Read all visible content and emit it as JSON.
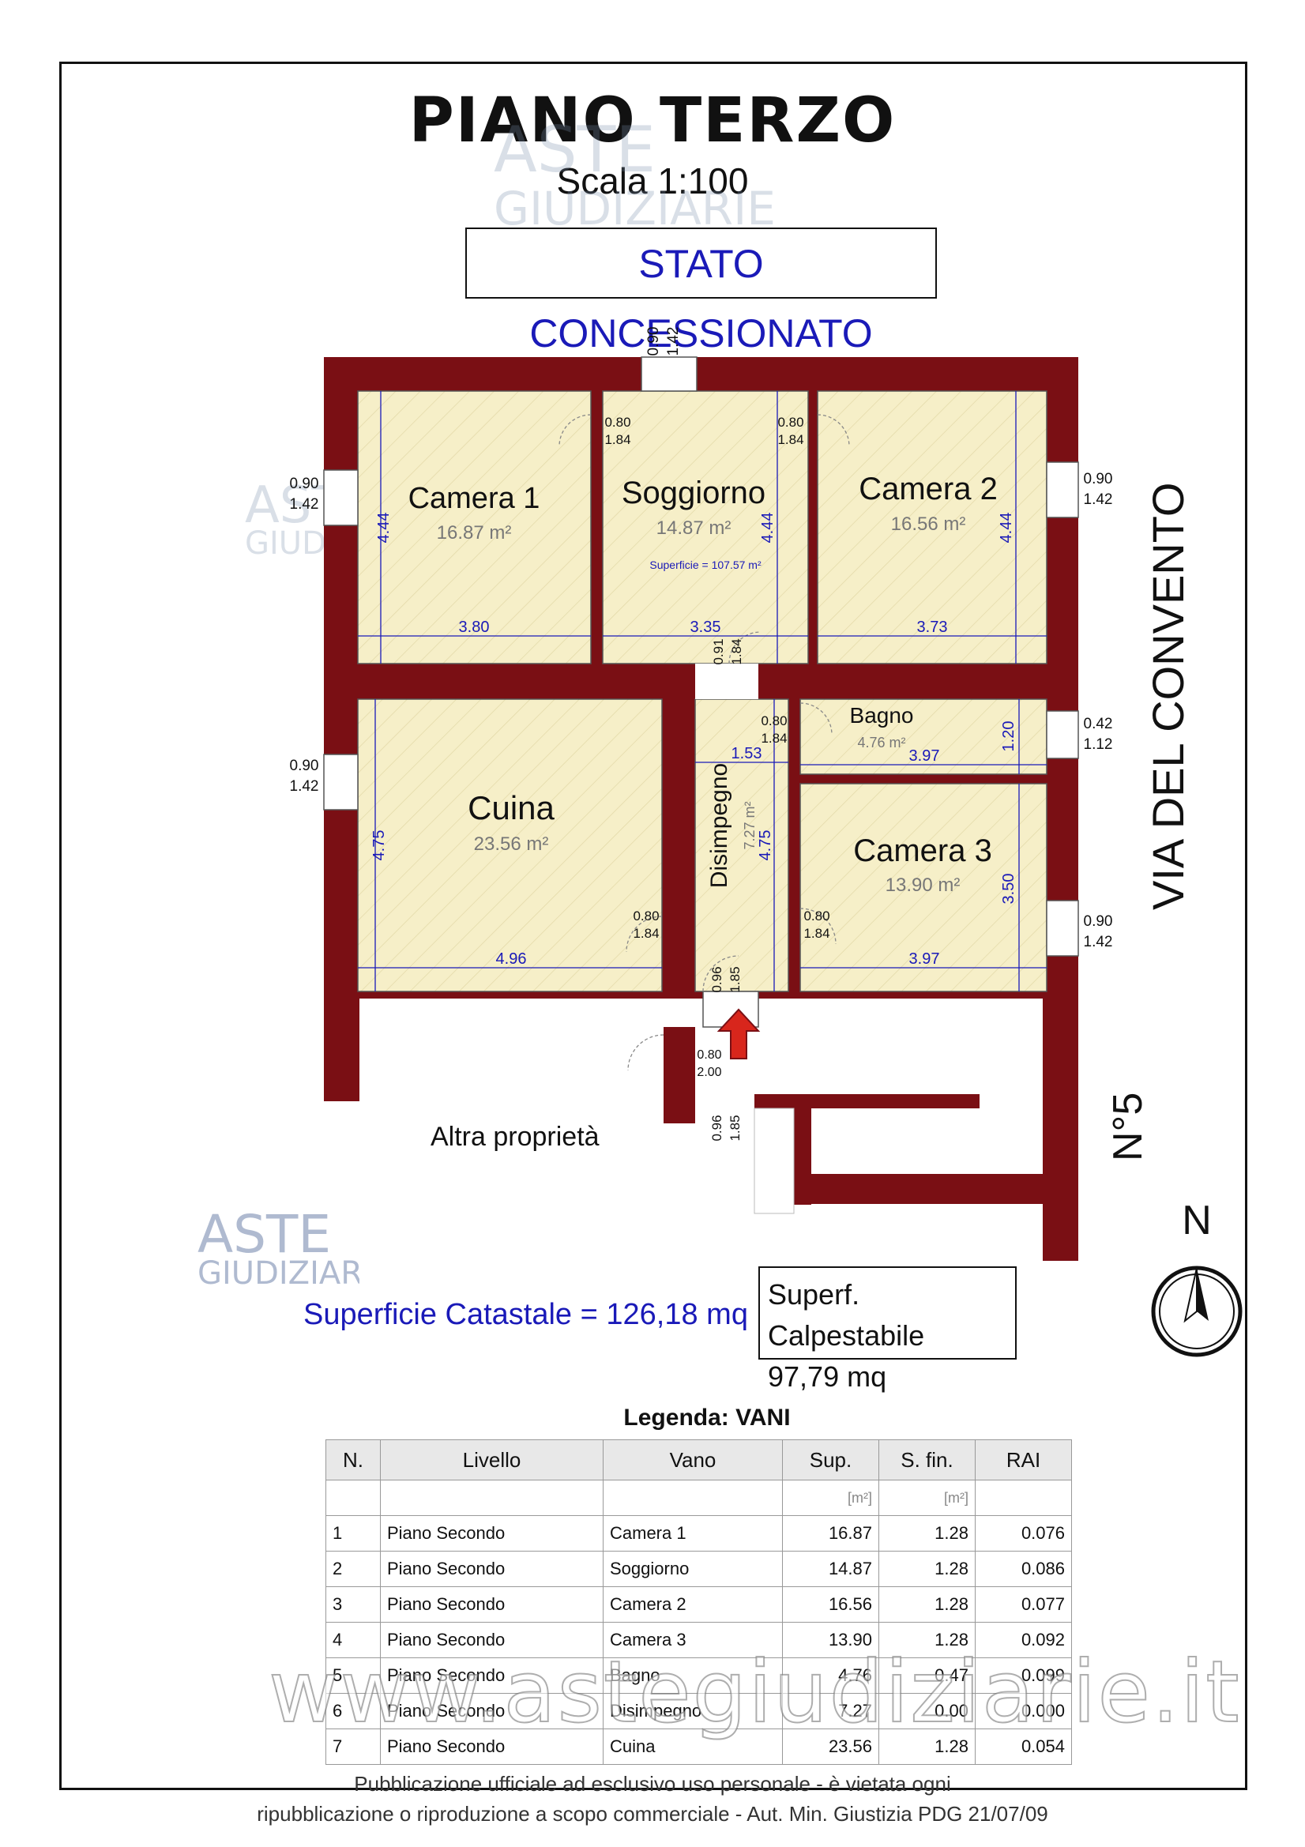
{
  "header": {
    "title": "PIANO TERZO",
    "scale": "Scala 1:100",
    "status": "STATO CONCESSIONATO"
  },
  "rooms": [
    {
      "name": "Camera 1",
      "area": "16.87 m²",
      "width": "3.80",
      "height": "4.44"
    },
    {
      "name": "Soggiorno",
      "area": "14.87 m²",
      "width": "3.35",
      "height": "4.44"
    },
    {
      "name": "Camera 2",
      "area": "16.56 m²",
      "width": "3.73",
      "height": "4.44"
    },
    {
      "name": "Cuina",
      "area": "23.56 m²",
      "width": "4.96",
      "height": "4.75"
    },
    {
      "name": "Disimpegno",
      "area": "7.27 m²",
      "width": "1.53",
      "height": "4.75"
    },
    {
      "name": "Bagno",
      "area": "4.76 m²",
      "width": "3.97",
      "height": "1.20"
    },
    {
      "name": "Camera 3",
      "area": "13.90 m²",
      "width": "3.97",
      "height": "3.50"
    }
  ],
  "plan_notes": {
    "superficie": "Superficie = 107.57 m²",
    "other_property": "Altra proprietà",
    "street": "VIA DEL CONVENTO",
    "number": "N°5",
    "north": "N"
  },
  "openings": {
    "window_a": [
      "0.90",
      "1.42"
    ],
    "window_b": [
      "0.42",
      "1.12"
    ],
    "door_a": [
      "0.80",
      "1.84"
    ],
    "door_b": [
      "0.91",
      "1.84"
    ],
    "door_c": [
      "0.96",
      "1.85"
    ],
    "door_d": [
      "0.80",
      "2.00"
    ]
  },
  "surfaces": {
    "catastale": "Superficie Catastale = 126,18 mq",
    "calpestabile_label": "Superf. Calpestabile",
    "calpestabile_value": "97,79 mq"
  },
  "legend": {
    "title": "Legenda: VANI",
    "headers": [
      "N.",
      "Livello",
      "Vano",
      "Sup.",
      "S. fin.",
      "RAI"
    ],
    "units": [
      "",
      "",
      "",
      "[m²]",
      "[m²]",
      ""
    ],
    "rows": [
      [
        "1",
        "Piano Secondo",
        "Camera 1",
        "16.87",
        "1.28",
        "0.076"
      ],
      [
        "2",
        "Piano Secondo",
        "Soggiorno",
        "14.87",
        "1.28",
        "0.086"
      ],
      [
        "3",
        "Piano Secondo",
        "Camera 2",
        "16.56",
        "1.28",
        "0.077"
      ],
      [
        "4",
        "Piano Secondo",
        "Camera 3",
        "13.90",
        "1.28",
        "0.092"
      ],
      [
        "5",
        "Piano Secondo",
        "Bagno",
        "4.76",
        "0.47",
        "0.099"
      ],
      [
        "6",
        "Piano Secondo",
        "Disimpegno",
        "7.27",
        "0.00",
        "0.000"
      ],
      [
        "7",
        "Piano Secondo",
        "Cuina",
        "23.56",
        "1.28",
        "0.054"
      ]
    ]
  },
  "watermark": {
    "brand_top": "ASTE",
    "brand_bottom": "GIUDIZIARIE",
    "url": "www.astegiudiziarie.it"
  },
  "footer": {
    "line1": "Pubblicazione ufficiale ad esclusivo uso personale - è vietata ogni",
    "line2": "ripubblicazione o riproduzione a scopo commerciale - Aut. Min. Giustizia PDG 21/07/09"
  },
  "colors": {
    "wall": "#7a0f14",
    "floor": "#f6efc8",
    "dimension": "#1a1ab8",
    "arrow": "#d8261c"
  }
}
